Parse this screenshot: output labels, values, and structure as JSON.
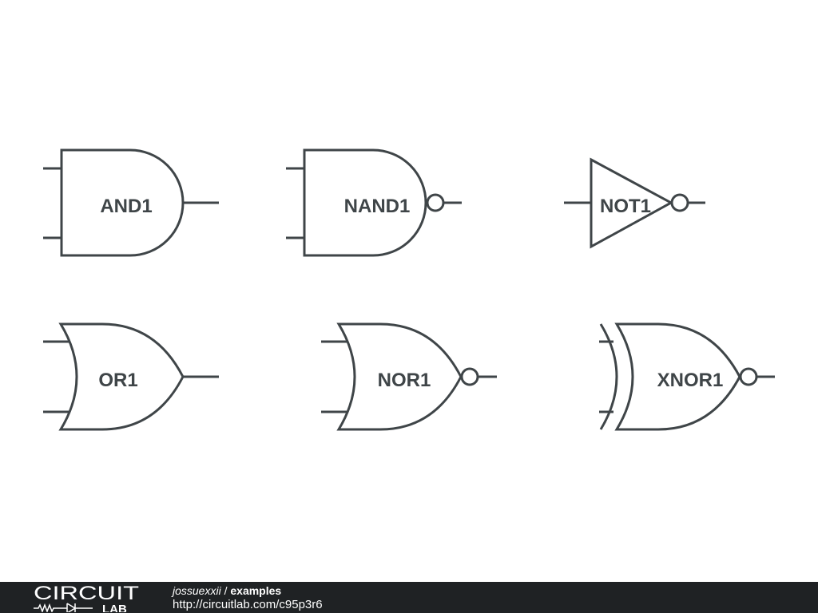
{
  "gates": [
    {
      "type": "and",
      "label": "AND1"
    },
    {
      "type": "nand",
      "label": "NAND1"
    },
    {
      "type": "not",
      "label": "NOT1"
    },
    {
      "type": "or",
      "label": "OR1"
    },
    {
      "type": "nor",
      "label": "NOR1"
    },
    {
      "type": "xnor",
      "label": "XNOR1"
    }
  ],
  "footer": {
    "logo_top": "CIRCUIT",
    "logo_bottom": "LAB",
    "user": "jossuexxii",
    "separator": " / ",
    "project": "examples",
    "url": "http://circuitlab.com/c95p3r6"
  },
  "colors": {
    "stroke": "#3f4548",
    "footer_bg": "#1f2224",
    "background": "#ffffff"
  }
}
